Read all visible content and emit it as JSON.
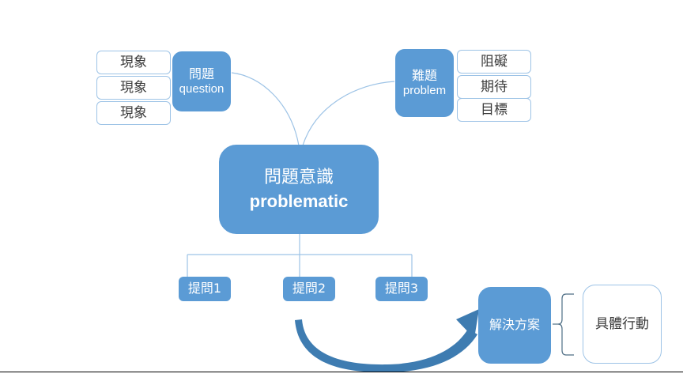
{
  "diagram": {
    "title_node": {
      "cjk": "問題意識",
      "latin": "problematic"
    },
    "left_group": {
      "hub": {
        "cjk": "問題",
        "latin": "question"
      },
      "items": [
        {
          "label": "現象"
        },
        {
          "label": "現象"
        },
        {
          "label": "現象"
        }
      ]
    },
    "right_group": {
      "hub": {
        "cjk": "難題",
        "latin": "problem"
      },
      "items": [
        {
          "label": "阻礙"
        },
        {
          "label": "期待"
        },
        {
          "label": "目標"
        }
      ]
    },
    "questions": [
      {
        "label": "提問1"
      },
      {
        "label": "提問2"
      },
      {
        "label": "提問3"
      }
    ],
    "solution": {
      "label": "解決方案"
    },
    "action": {
      "label": "具體行動"
    },
    "colors": {
      "accent_blue": "#5B9BD5",
      "light_border": "#9DC3E6",
      "arrow_blue": "#3E7CB1",
      "connector_blue": "#9DC3E6",
      "baseline": "#000000",
      "white": "#ffffff"
    },
    "connectors": {
      "left_curve": "curve-question-to-problematic",
      "right_curve": "curve-problem-to-problematic",
      "tree": "tree-problematic-to-questions",
      "sweep_arrow": "curved-arrow-to-solution",
      "brace": "curly-brace-solution-to-action"
    }
  }
}
